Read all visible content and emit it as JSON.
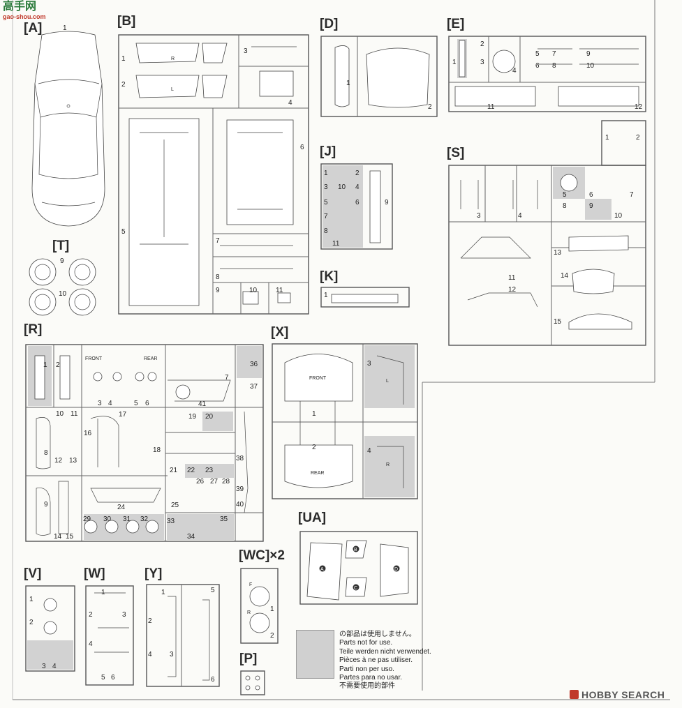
{
  "watermark_top_left": {
    "title": "高手网",
    "subtitle": "gao-shou.com"
  },
  "watermark_bottom_right": {
    "brand": "HOBBY SEARCH"
  },
  "sections": {
    "A": "[A]",
    "B": "[B]",
    "D": "[D]",
    "E": "[E]",
    "J": "[J]",
    "K": "[K]",
    "S": "[S]",
    "T": "[T]",
    "R": "[R]",
    "X": "[X]",
    "UA": "[UA]",
    "WC": "[WC]×2",
    "V": "[V]",
    "W": "[W]",
    "Y": "[Y]",
    "P": "[P]"
  },
  "texts": {
    "front": "FRONT",
    "rear": "REAR",
    "L": "L",
    "R": "R",
    "F": "F"
  },
  "decal_letters": [
    "A",
    "B",
    "C",
    "D"
  ],
  "legend": {
    "lines": [
      "の部品は使用しません。",
      "Parts not for use.",
      "Teile werden nicht verwendet.",
      "Pièces à ne pas utiliser.",
      "Parti non per uso.",
      "Partes para no usar.",
      "不需要使用的部件"
    ]
  },
  "part_numbers": {
    "A": [
      "1"
    ],
    "B": [
      "1",
      "2",
      "3",
      "4",
      "5",
      "6",
      "7",
      "8",
      "9",
      "10",
      "11"
    ],
    "D": [
      "1",
      "2"
    ],
    "E": [
      "1",
      "2",
      "3",
      "4",
      "5",
      "6",
      "7",
      "8",
      "9",
      "10",
      "11",
      "12"
    ],
    "T": [
      "9",
      "10"
    ],
    "J": [
      "1",
      "2",
      "3",
      "4",
      "5",
      "6",
      "7",
      "8",
      "9",
      "10",
      "11"
    ],
    "K": [
      "1"
    ],
    "S": [
      "1",
      "2",
      "3",
      "4",
      "5",
      "6",
      "7",
      "8",
      "9",
      "10",
      "11",
      "12",
      "13",
      "14",
      "15"
    ],
    "R": [
      "1",
      "2",
      "3",
      "4",
      "5",
      "6",
      "7",
      "8",
      "9",
      "10",
      "11",
      "12",
      "13",
      "14",
      "15",
      "16",
      "17",
      "18",
      "19",
      "20",
      "21",
      "22",
      "23",
      "24",
      "25",
      "26",
      "27",
      "28",
      "29",
      "30",
      "31",
      "32",
      "33",
      "34",
      "35",
      "36",
      "37",
      "38",
      "39",
      "40",
      "41"
    ],
    "X": [
      "1",
      "2",
      "3",
      "4"
    ],
    "WC": [
      "1",
      "2"
    ],
    "V": [
      "1",
      "2",
      "3",
      "4"
    ],
    "W": [
      "1",
      "2",
      "3",
      "4",
      "5",
      "6"
    ],
    "Y": [
      "1",
      "2",
      "3",
      "4",
      "5",
      "6"
    ]
  }
}
